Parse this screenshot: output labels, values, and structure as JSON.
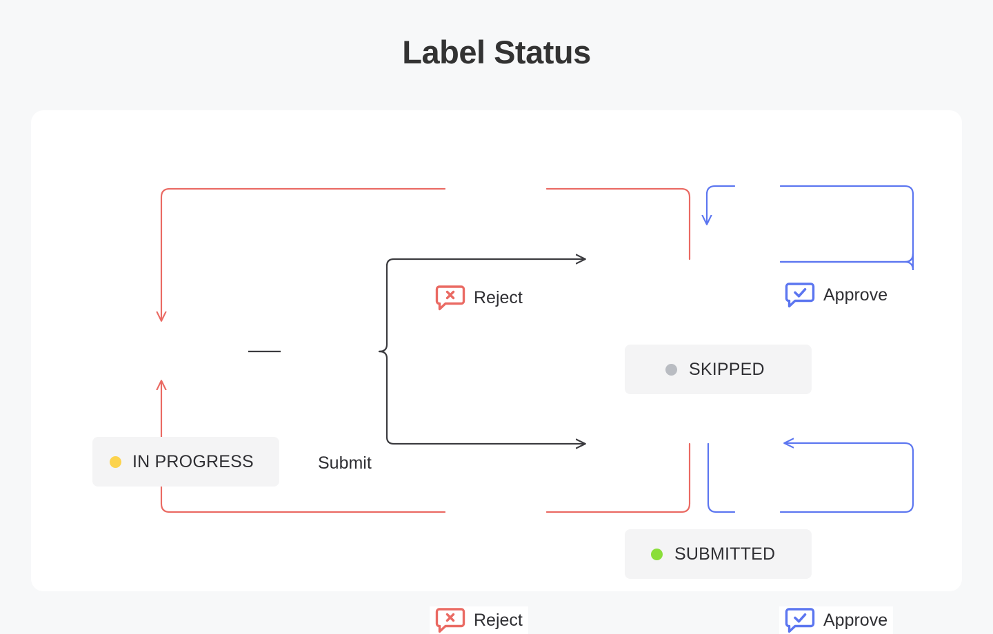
{
  "page": {
    "title": "Label Status",
    "background_color": "#f7f8f9",
    "card_color": "#ffffff"
  },
  "colors": {
    "reject": "#ea6a63",
    "approve": "#5c76f0",
    "submit": "#3b3b3f",
    "node_bg": "#f4f4f5",
    "text": "#2f2f33",
    "dot_in_progress": "#fcd34d",
    "dot_skipped": "#b9bcc2",
    "dot_submitted": "#8ade3a"
  },
  "diagram": {
    "type": "state-flow",
    "nodes": [
      {
        "id": "in-progress",
        "label": "IN PROGRESS",
        "dot_color": "#fcd34d",
        "dot_name": "status-dot-yellow"
      },
      {
        "id": "skipped",
        "label": "SKIPPED",
        "dot_color": "#b9bcc2",
        "dot_name": "status-dot-gray"
      },
      {
        "id": "submitted",
        "label": "SUBMITTED",
        "dot_color": "#8ade3a",
        "dot_name": "status-dot-green"
      }
    ],
    "transitions": [
      {
        "from": "in-progress",
        "to": "skipped",
        "label": "Submit",
        "color": "#3b3b3f",
        "icon": "none"
      },
      {
        "from": "in-progress",
        "to": "submitted",
        "label": "Submit",
        "color": "#3b3b3f",
        "icon": "none"
      },
      {
        "from": "skipped",
        "to": "in-progress",
        "label": "Reject",
        "color": "#ea6a63",
        "icon": "bubble-x-icon"
      },
      {
        "from": "submitted",
        "to": "in-progress",
        "label": "Reject",
        "color": "#ea6a63",
        "icon": "bubble-x-icon"
      },
      {
        "from": "skipped",
        "to": "skipped",
        "label": "Approve",
        "color": "#5c76f0",
        "icon": "bubble-check-icon"
      },
      {
        "from": "submitted",
        "to": "submitted",
        "label": "Approve",
        "color": "#5c76f0",
        "icon": "bubble-check-icon"
      }
    ],
    "labels": {
      "submit": "Submit",
      "reject_top": "Reject",
      "reject_bottom": "Reject",
      "approve_top": "Approve",
      "approve_bottom": "Approve"
    }
  }
}
